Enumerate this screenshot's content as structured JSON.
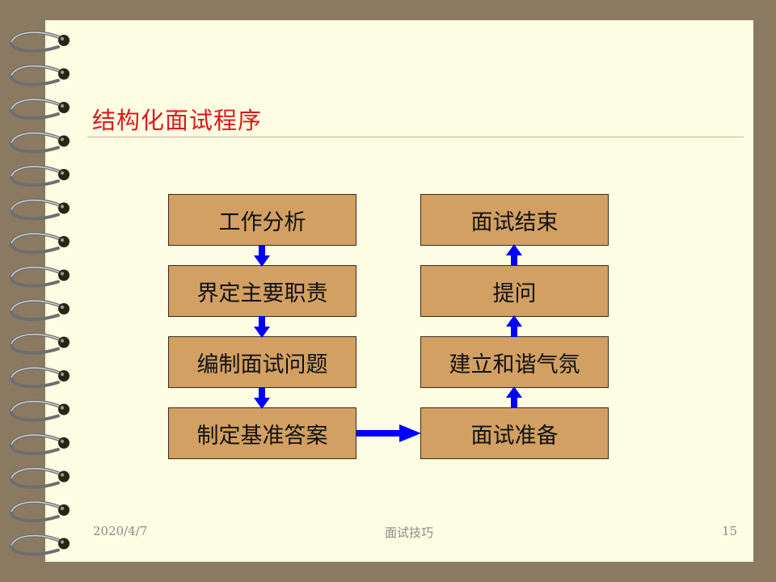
{
  "slide": {
    "title": "结构化面试程序",
    "footer": {
      "date": "2020/4/7",
      "center": "面试技巧",
      "page": "15"
    }
  },
  "flow": {
    "left": [
      "工作分析",
      "界定主要职责",
      "编制面试问题",
      "制定基准答案"
    ],
    "right": [
      "面试结束",
      "提问",
      "建立和谐气氛",
      "面试准备"
    ]
  },
  "colors": {
    "box_fill": "#d2a062",
    "arrow": "#0000ff",
    "title": "#dd1a1a",
    "background": "#fdfde3"
  }
}
